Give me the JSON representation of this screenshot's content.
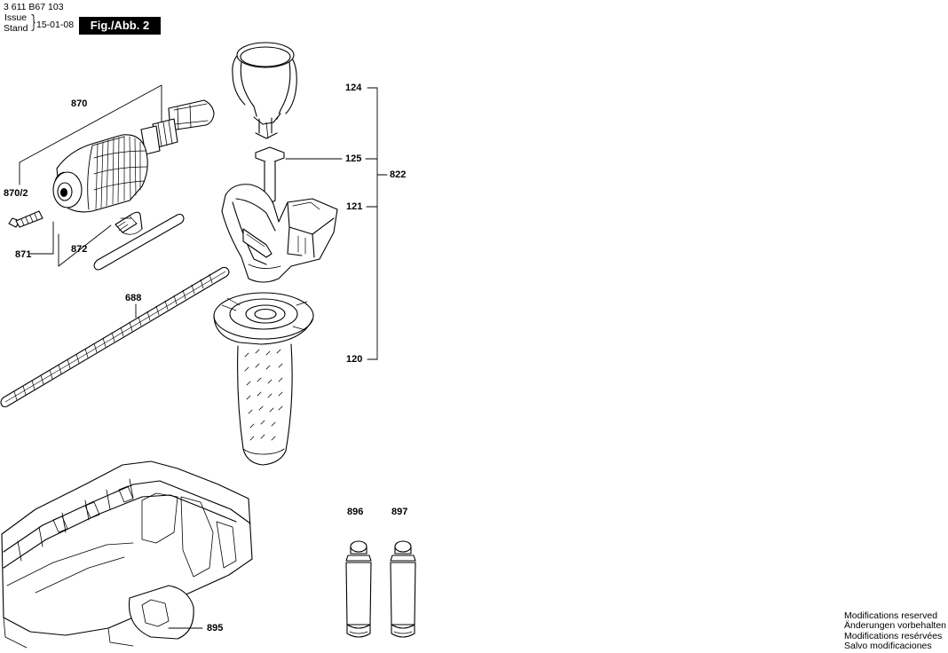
{
  "header": {
    "doc_number": "3 611 B67 103",
    "issue_label": "Issue",
    "stand_label": "Stand",
    "date": "15-01-08",
    "figure_tag": "Fig./Abb. 2"
  },
  "parts": {
    "p870": "870",
    "p870_2": "870/2",
    "p871": "871",
    "p872": "872",
    "p688": "688",
    "p124": "124",
    "p125": "125",
    "p121": "121",
    "p120": "120",
    "p822": "822",
    "p896": "896",
    "p897": "897",
    "p895": "895"
  },
  "footer": {
    "notes": [
      "Modifications reserved",
      "Änderungen vorbehalten",
      "Modifications resérvées",
      "Salvo modificaciones"
    ]
  }
}
